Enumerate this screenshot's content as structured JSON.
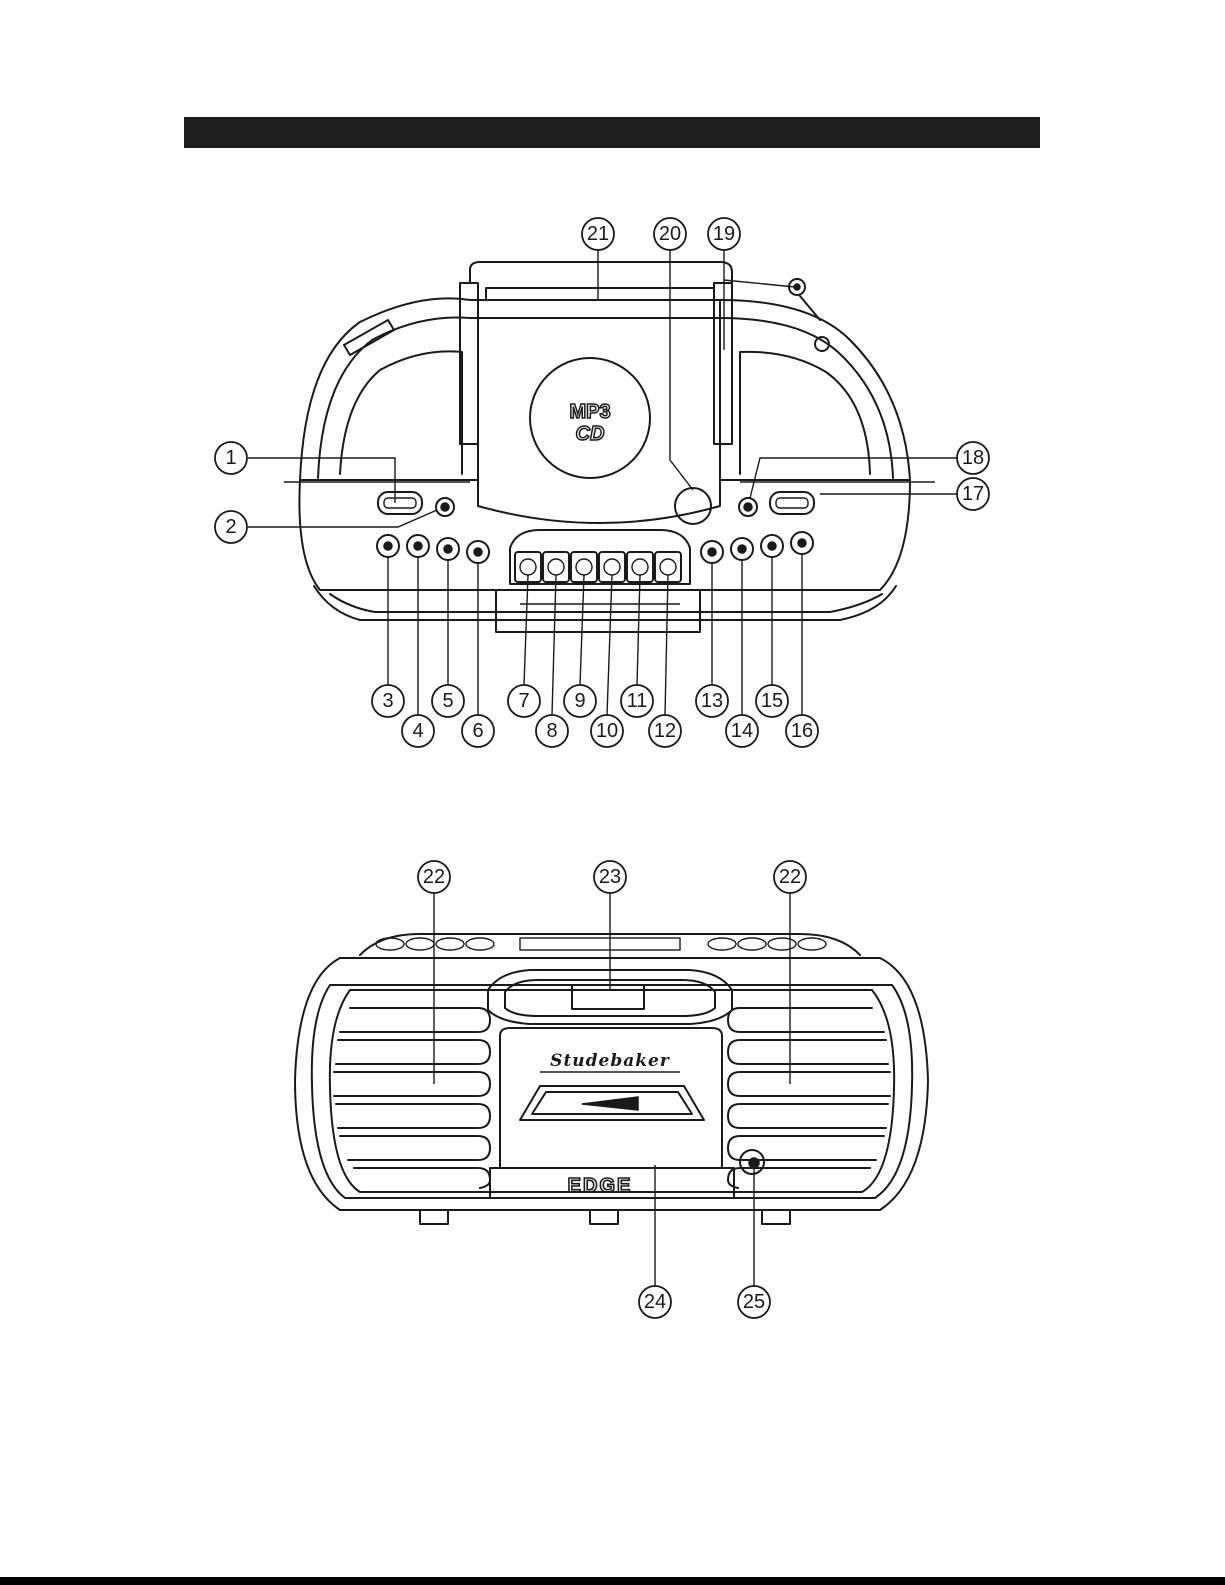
{
  "diagram": {
    "brand_logo": "Studebaker",
    "model_logo": "EDGE",
    "disc_label_top": "MP3",
    "disc_label_bottom": "CD",
    "top_view_callouts": [
      "1",
      "2",
      "3",
      "4",
      "5",
      "6",
      "7",
      "8",
      "9",
      "10",
      "11",
      "12",
      "13",
      "14",
      "15",
      "16",
      "17",
      "18",
      "19",
      "20",
      "21"
    ],
    "front_view_callouts": [
      "22",
      "23",
      "22",
      "24",
      "25"
    ]
  },
  "colors": {
    "header_bar": "#1e1e1e",
    "line": "#1a1a1a",
    "background": "#ffffff"
  }
}
